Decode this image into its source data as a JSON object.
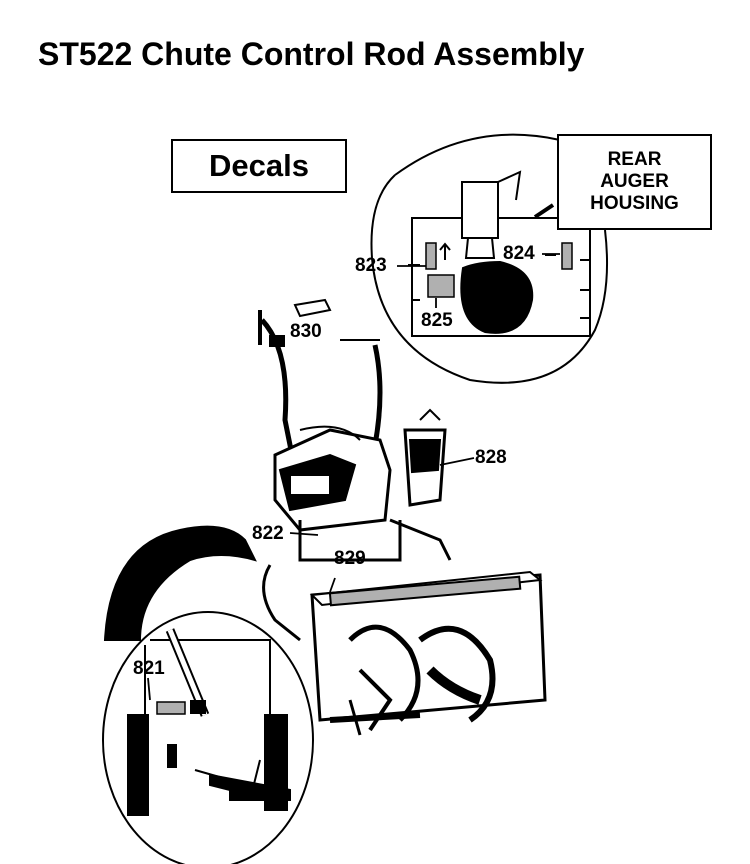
{
  "title": "ST522 Chute Control Rod Assembly",
  "decals_label": "Decals",
  "rear_label": {
    "line1": "REAR",
    "line2": "AUGER",
    "line3": "HOUSING"
  },
  "callouts": {
    "p821": "821",
    "p822": "822",
    "p823": "823",
    "p824": "824",
    "p825": "825",
    "p828": "828",
    "p829": "829",
    "p830": "830"
  },
  "colors": {
    "ink": "#000000",
    "paper": "#ffffff",
    "decal_fill": "#b0b0b0"
  }
}
